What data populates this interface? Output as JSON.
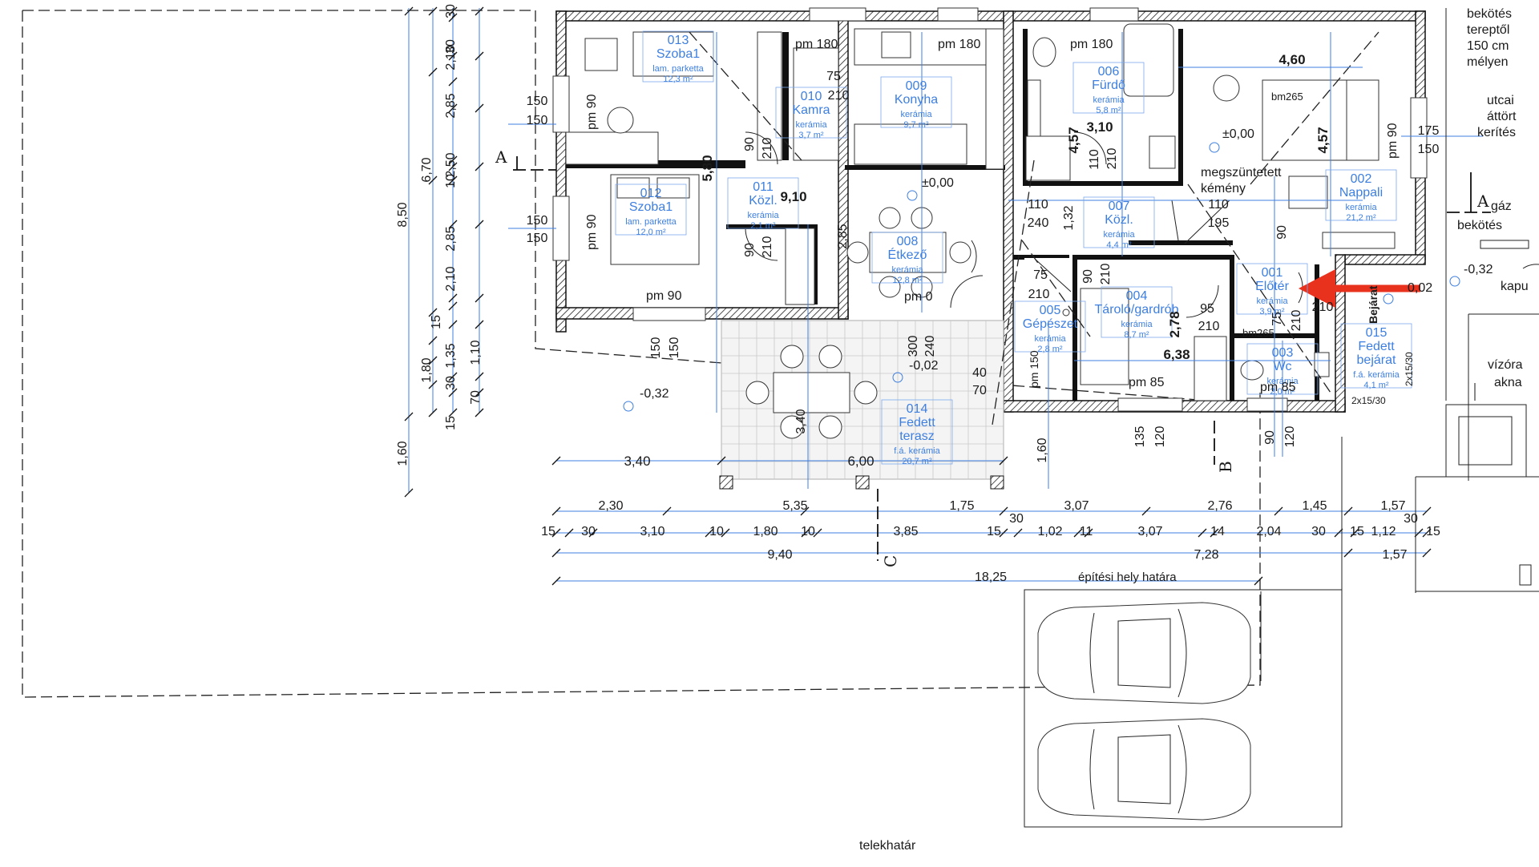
{
  "rooms": [
    {
      "num": "013",
      "name": "Szoba1",
      "floor": "lam. parketta",
      "area": "12,3 m²"
    },
    {
      "num": "012",
      "name": "Szoba1",
      "floor": "lam. parketta",
      "area": "12,0 m²"
    },
    {
      "num": "010",
      "name": "Kamra",
      "floor": "kerámia",
      "area": "3,7 m²"
    },
    {
      "num": "009",
      "name": "Konyha",
      "floor": "kerámia",
      "area": "9,7 m²"
    },
    {
      "num": "006",
      "name": "Fürdő",
      "floor": "kerámia",
      "area": "5,8 m²"
    },
    {
      "num": "011",
      "name": "Közl.",
      "floor": "kerámia",
      "area": "2,1 m²"
    },
    {
      "num": "008",
      "name": "Étkező",
      "floor": "kerámia",
      "area": "12,8 m²"
    },
    {
      "num": "007",
      "name": "Közl.",
      "floor": "kerámia",
      "area": "4,4 m²"
    },
    {
      "num": "002",
      "name": "Nappali",
      "floor": "kerámia",
      "area": "21,2 m²"
    },
    {
      "num": "001",
      "name": "Előtér",
      "floor": "kerámia",
      "area": "3,9 m²"
    },
    {
      "num": "005",
      "name": "Gépészet",
      "floor": "kerámia",
      "area": "2,8 m²"
    },
    {
      "num": "004",
      "name": "Tároló/gardrób",
      "floor": "kerámia",
      "area": "8,7 m²"
    },
    {
      "num": "003",
      "name": "Wc",
      "floor": "kerámia",
      "area": "2,0 m²"
    },
    {
      "num": "015",
      "name": "Fedett bejárat",
      "floor": "f.á. kerámia",
      "area": "4,1 m²"
    },
    {
      "num": "014",
      "name": "Fedett terasz",
      "floor": "f.á. kerámia",
      "area": "20,7 m²"
    }
  ],
  "notes": {
    "bekotes": "bekötés",
    "tereptol": "tereptől",
    "mely": "150 cm",
    "melyen": "mélyen",
    "utcai": "utcai",
    "attort": "áttört",
    "kerites": "kerítés",
    "gaz": "gáz",
    "gaz_bekotes": "bekötés",
    "kapu": "kapu",
    "vizora": "vízóra",
    "akna": "akna",
    "megszuntetett": "megszüntetett",
    "kemeny": "kémény",
    "epitesi": "építési hely határa",
    "telekhatar": "telekhatár",
    "bejarat": "Bejárat"
  },
  "levels": {
    "zero_main": "±0,00",
    "zero_living": "±0,00",
    "minus_left": "-0,32",
    "minus_terrace": "-0,02",
    "minus_right": "-0,32",
    "plus_entry": "0,02"
  },
  "section_marks": {
    "a_left": "A",
    "a_right": "A",
    "b": "B",
    "c": "C"
  },
  "labels_top": [
    "pm 180",
    "pm 180",
    "pm 180"
  ],
  "labels_misc": {
    "pm90_a": "pm 90",
    "pm90_b": "pm 90",
    "pm90_c": "pm 90",
    "pm90_d": "pm 90",
    "pm0": "pm 0",
    "pm85_a": "pm 85",
    "pm85_b": "pm 85",
    "pm150": "pm 150",
    "bm265_a": "bm265",
    "bm265_b": "bm265",
    "door_2x15": "2x15/30",
    "door_2x15b": "2x15/30"
  },
  "dims_inner": {
    "d460": "4,60",
    "d457a": "4,57",
    "d457b": "4,57",
    "d310": "3,10",
    "d910": "9,10",
    "d580": "5,80",
    "d285": "2,85",
    "d278": "2,78",
    "d638": "6,38",
    "d132": "1,32",
    "d340": "3,40",
    "d600": "6,00",
    "d340b": "3,40",
    "d160": "1,60"
  },
  "dims_small": {
    "a75": "75",
    "a210": "210",
    "a90": "90",
    "a210b": "210",
    "a90b": "90",
    "a210c": "210",
    "a110": "110",
    "a240": "240",
    "a110b": "110",
    "a195": "195",
    "a110c": "110",
    "a210d": "210",
    "a75b": "75",
    "a210e": "210",
    "a90c": "90",
    "a210f": "210",
    "a95": "95",
    "a210g": "210",
    "a75c": "75",
    "a210h": "210",
    "a210i": "210",
    "a300": "300",
    "a240b": "240",
    "a40": "40",
    "a70": "70",
    "a150a": "150",
    "a150b": "150",
    "a150c": "150",
    "a150d": "150",
    "a150e": "150",
    "a150f": "150",
    "a175": "175",
    "a150g": "150",
    "a90d": "90",
    "a90e": "90",
    "a135": "135",
    "a120": "120",
    "a90f": "90",
    "a120b": "120"
  },
  "dims_left": [
    "8,50",
    "6,70",
    "2,10",
    "2,85",
    "2,50",
    "2,85",
    "2,10",
    "30",
    "10",
    "15",
    "1,35",
    "1,80",
    "1,10",
    "30",
    "70",
    "15",
    "30",
    "1,60"
  ],
  "dims_row1": [
    "2,30",
    "5,35",
    "1,75",
    "3,07",
    "2,76",
    "1,45",
    "1,57",
    "30",
    "30"
  ],
  "dims_row2": [
    "15",
    "30",
    "3,10",
    "10",
    "1,80",
    "10",
    "3,85",
    "15",
    "1,02",
    "11",
    "3,07",
    "14",
    "2,04",
    "30",
    "15",
    "1,12",
    "15"
  ],
  "dims_row3": [
    "9,40",
    "7,28",
    "1,57"
  ],
  "dims_row4": [
    "18,25"
  ]
}
